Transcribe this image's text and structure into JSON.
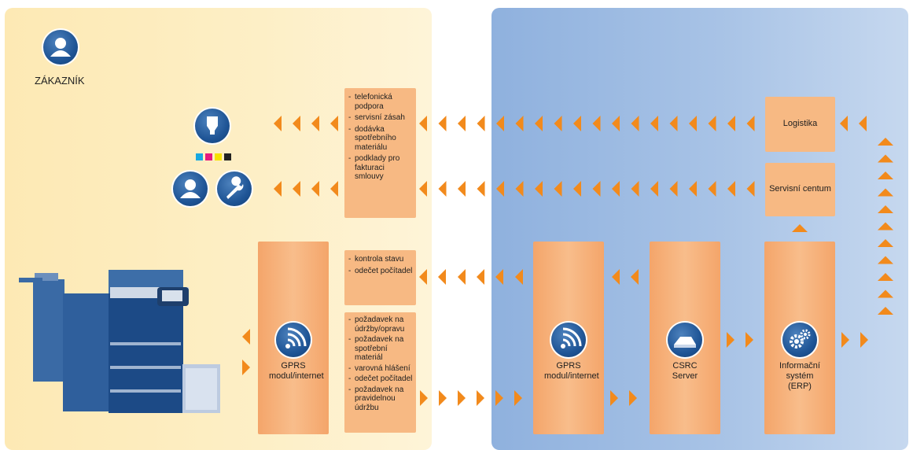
{
  "customer_label": "ZÁKAZNÍK",
  "colors": {
    "arrow": "#f28a1c",
    "left_bg": "#fdecbc",
    "right_bg": "#a4c0e4",
    "box": "#f7b983",
    "icon": "#1f5596"
  },
  "service_list": [
    "telefonická podpora",
    "servisní zásah",
    "dodávka spotřebního materiálu",
    "podklady pro fakturaci smlouvy"
  ],
  "status_list": [
    "kontrola stavu",
    "odečet počítadel"
  ],
  "request_list": [
    "požadavek na údržby/opravu",
    "požadavek na spotřební materiál",
    "varovná hlášení",
    "odečet počítadel",
    "požadavek na pravidelnou údržbu"
  ],
  "nodes": {
    "gprs_left": "GPRS modul/internet",
    "gprs_right": "GPRS modul/internet",
    "csrc": "CSRC Server",
    "erp": "Informační systém (ERP)",
    "logistika": "Logistika",
    "servisni_centrum": "Servisní centum"
  },
  "icons": {
    "customer": "person-icon",
    "toner": "toner-icon",
    "technician": "technician-icon",
    "wrench": "wrench-icon",
    "wireless": "wireless-icon",
    "server": "server-icon",
    "gears": "gears-icon",
    "printer": "multifunction-printer-icon"
  },
  "toner_colors": [
    "#18a8e0",
    "#e5197e",
    "#f6e100",
    "#222222"
  ]
}
